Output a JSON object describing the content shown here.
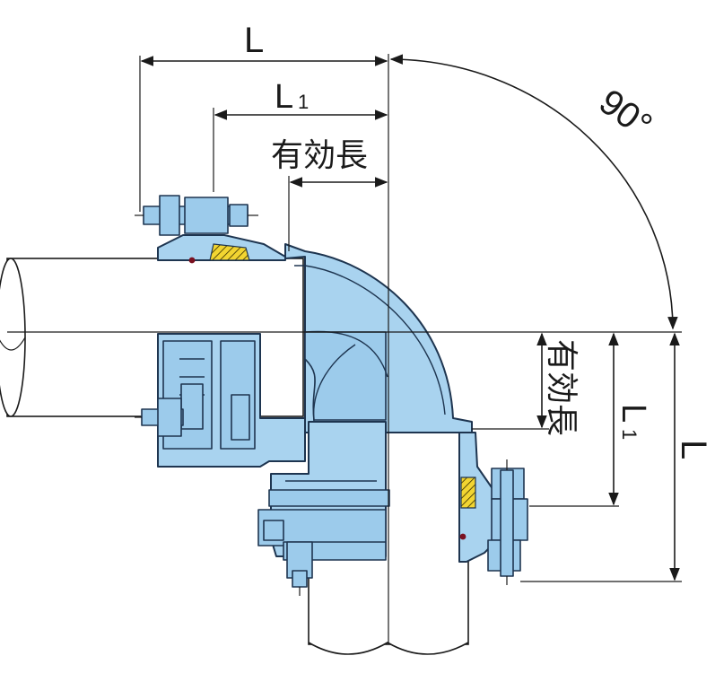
{
  "labels": {
    "length_top": "L",
    "l1_top_main": "L",
    "l1_top_sub": "1",
    "effective_length_top": "有効長",
    "angle": "90°",
    "effective_length_right": "有効長",
    "l1_right_main": "L",
    "l1_right_sub": "1",
    "length_right": "L"
  },
  "colors": {
    "body_fill": "#a9d3ef",
    "outline": "#1e3550",
    "gasket": "#f2d531",
    "line": "#1a1a1a"
  }
}
